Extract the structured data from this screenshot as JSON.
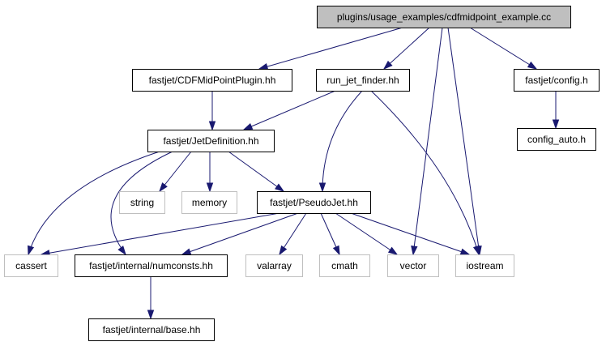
{
  "nodes": {
    "root": {
      "label": "plugins/usage_examples/cdfmidpoint_example.cc",
      "kind": "root"
    },
    "cdfplugin": {
      "label": "fastjet/CDFMidPointPlugin.hh",
      "kind": "documented"
    },
    "runjet": {
      "label": "run_jet_finder.hh",
      "kind": "documented"
    },
    "config": {
      "label": "fastjet/config.h",
      "kind": "documented"
    },
    "configauto": {
      "label": "config_auto.h",
      "kind": "documented"
    },
    "jetdef": {
      "label": "fastjet/JetDefinition.hh",
      "kind": "documented"
    },
    "string": {
      "label": "string",
      "kind": "external"
    },
    "memory": {
      "label": "memory",
      "kind": "external"
    },
    "pseudojet": {
      "label": "fastjet/PseudoJet.hh",
      "kind": "documented"
    },
    "cassert": {
      "label": "cassert",
      "kind": "external"
    },
    "numconsts": {
      "label": "fastjet/internal/numconsts.hh",
      "kind": "documented"
    },
    "valarray": {
      "label": "valarray",
      "kind": "external"
    },
    "cmath": {
      "label": "cmath",
      "kind": "external"
    },
    "vector": {
      "label": "vector",
      "kind": "external"
    },
    "iostream": {
      "label": "iostream",
      "kind": "external"
    },
    "base": {
      "label": "fastjet/internal/base.hh",
      "kind": "documented"
    }
  },
  "edges": [
    [
      "root",
      "cdfplugin"
    ],
    [
      "root",
      "runjet"
    ],
    [
      "root",
      "config"
    ],
    [
      "root",
      "vector"
    ],
    [
      "root",
      "iostream"
    ],
    [
      "cdfplugin",
      "jetdef"
    ],
    [
      "runjet",
      "jetdef"
    ],
    [
      "runjet",
      "pseudojet"
    ],
    [
      "runjet",
      "iostream"
    ],
    [
      "config",
      "configauto"
    ],
    [
      "jetdef",
      "string"
    ],
    [
      "jetdef",
      "memory"
    ],
    [
      "jetdef",
      "pseudojet"
    ],
    [
      "jetdef",
      "cassert"
    ],
    [
      "jetdef",
      "numconsts"
    ],
    [
      "pseudojet",
      "cassert"
    ],
    [
      "pseudojet",
      "numconsts"
    ],
    [
      "pseudojet",
      "valarray"
    ],
    [
      "pseudojet",
      "cmath"
    ],
    [
      "pseudojet",
      "vector"
    ],
    [
      "pseudojet",
      "iostream"
    ],
    [
      "numconsts",
      "base"
    ]
  ],
  "colors": {
    "edge": "#191970",
    "root_fill": "#bfbfbf",
    "documented_border": "#000000",
    "external_border": "#bfbfbf",
    "external_text": "#000000",
    "background": "#ffffff"
  }
}
